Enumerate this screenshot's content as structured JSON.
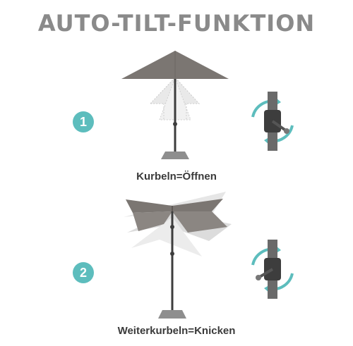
{
  "title": "AUTO-TILT-FUNKTION",
  "steps": [
    {
      "number": "1",
      "caption": "Kurbeln=Öffnen"
    },
    {
      "number": "2",
      "caption": "Weiterkurbeln=Knicken"
    }
  ],
  "colors": {
    "title": "#8a8a8a",
    "badge": "#5dbdbd",
    "canopy": "#7b7672",
    "pole": "#3d3d3d",
    "base": "#8e8e8e",
    "arrow": "#5dbdbd",
    "caption": "#3a3a3a"
  },
  "icons": {
    "step1_illustration": "umbrella-open-icon",
    "step1_detail": "crank-rotate-icon",
    "step2_illustration": "umbrella-tilt-icon",
    "step2_detail": "crank-rotate-icon"
  }
}
